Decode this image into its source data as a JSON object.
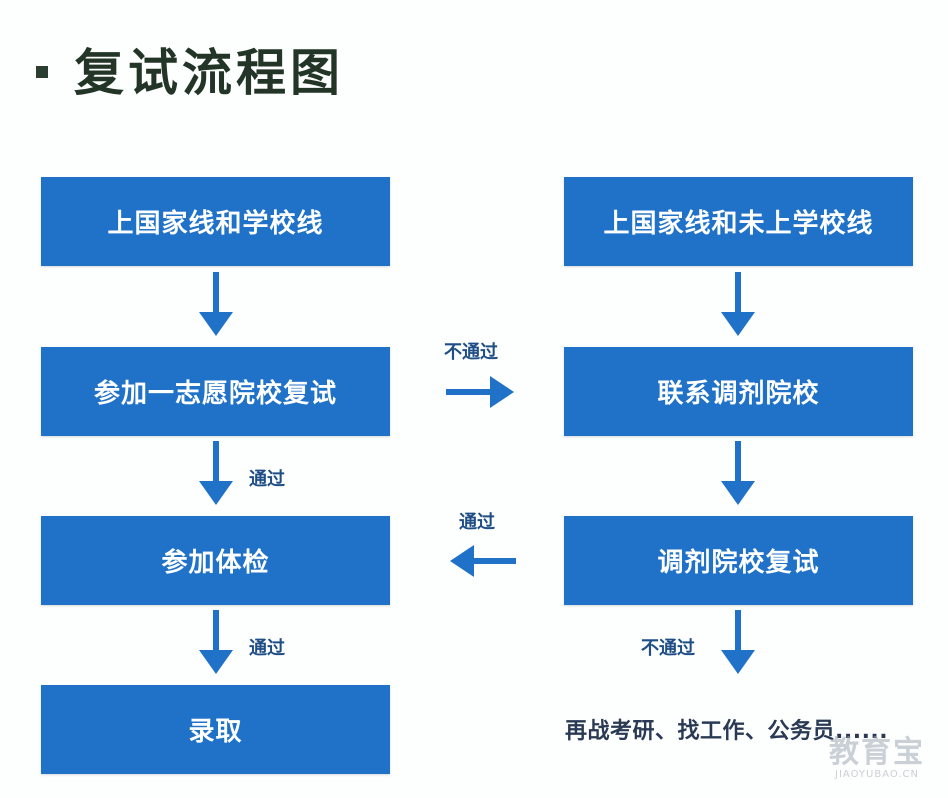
{
  "title": "复试流程图",
  "left_column": [
    "上国家线和学校线",
    "参加一志愿院校复试",
    "参加体检",
    "录取"
  ],
  "right_column": [
    "上国家线和未上学校线",
    "联系调剂院校",
    "调剂院校复试"
  ],
  "arrow_labels": {
    "left_2_to_3": "通过",
    "left_3_to_4": "通过",
    "left_to_right": "不通过",
    "right_to_left": "通过",
    "right_3_down": "不通过"
  },
  "final_outcome": "再战考研、找工作、公务员......",
  "watermark": {
    "logo": "教育宝",
    "site": "JIAOYUBAO.CN"
  },
  "colors": {
    "box_fill": "#1f72c8",
    "box_text": "#ffffff",
    "arrow": "#1f72c8",
    "title": "#223527"
  }
}
